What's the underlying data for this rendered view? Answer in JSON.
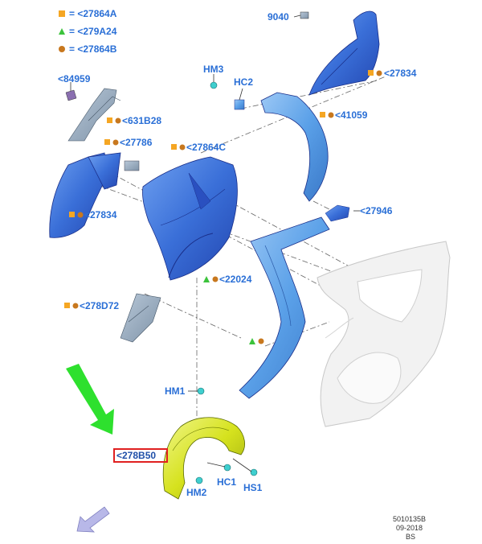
{
  "legend": [
    {
      "shape": "square",
      "color": "#f5a623",
      "text": "= <27864A"
    },
    {
      "shape": "triangle",
      "color": "#3cc33c",
      "text": "= <279A24"
    },
    {
      "shape": "circle",
      "color": "#c8781e",
      "text": "= <27864B"
    }
  ],
  "labels": {
    "p9040": "9040",
    "p27834_top": "<27834",
    "p84959": "<84959",
    "hm3": "HM3",
    "hc2": "HC2",
    "p41059": "<41059",
    "p631b28": "<631B28",
    "p27786": "<27786",
    "p27864c": "<27864C",
    "p27834_left": "<27834",
    "p27946": "<27946",
    "p22024": "<22024",
    "p278d72": "<278D72",
    "hm1": "HM1",
    "p278b50": "<278B50",
    "hm2": "HM2",
    "hc1": "HC1",
    "hs1": "HS1"
  },
  "footer": {
    "code": "5010135B",
    "date": "09-2018",
    "initials": "BS"
  },
  "colors": {
    "part_blue": "#3a6fd8",
    "part_light_blue": "#5aa0e8",
    "part_yellow": "#d6e21e",
    "body_white": "#f2f2f2",
    "arrow_green": "#2ee02e",
    "highlight_red": "#e02020",
    "label_blue": "#2a6fd6"
  }
}
